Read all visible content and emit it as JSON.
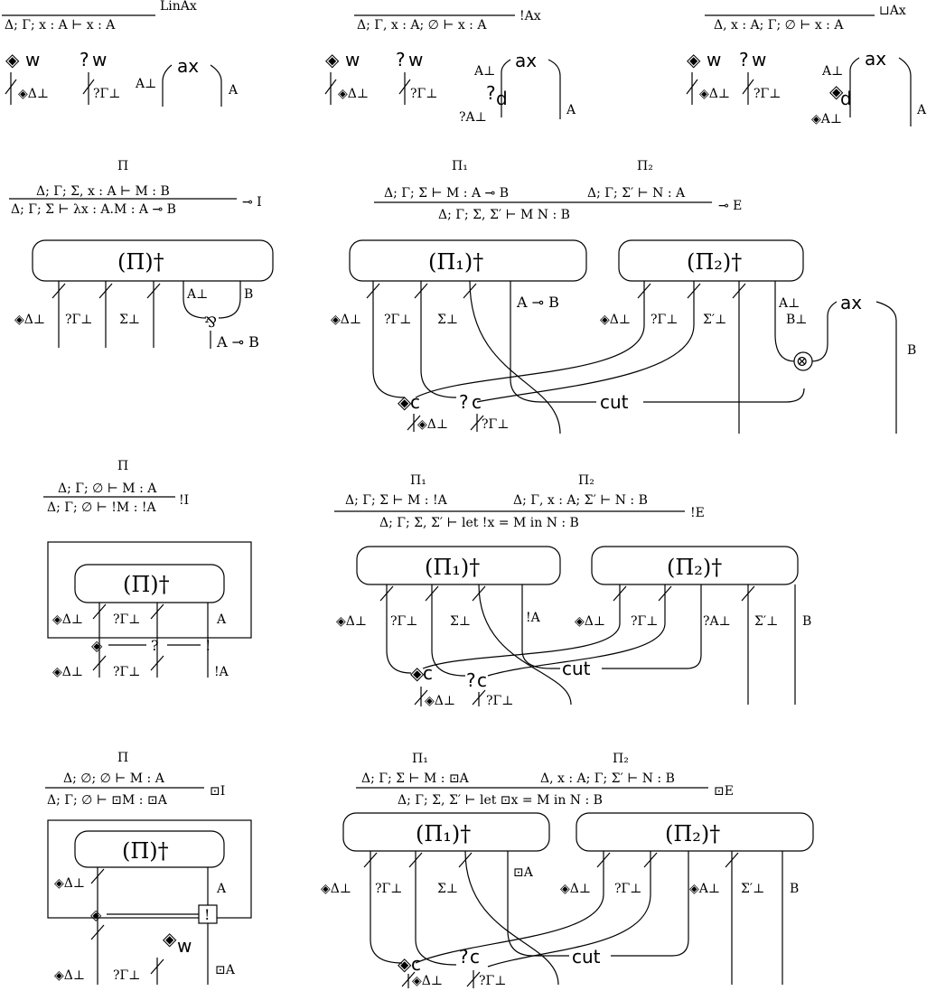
{
  "ax": {
    "linax": {
      "sequent": "Δ; Γ; x : A ⊢ x : A",
      "rule": "LinAx"
    },
    "bangax": {
      "sequent": "Δ; Γ, x : A; ∅ ⊢ x : A",
      "rule": "!Ax"
    },
    "cupax": {
      "sequent": "Δ, x : A; Γ; ∅ ⊢ x : A",
      "rule": "⊔Ax"
    }
  },
  "lolli_intro": {
    "premise_name": "Π",
    "premise": "Δ; Γ; Σ, x : A ⊢ M : B",
    "conclusion": "Δ; Γ; Σ ⊢ λx : A.M : A ⊸ B",
    "rule": "⊸ I",
    "box": "(Π)†"
  },
  "lolli_elim": {
    "premise1_name": "Π₁",
    "premise2_name": "Π₂",
    "premise1": "Δ; Γ; Σ ⊢ M : A ⊸ B",
    "premise2": "Δ; Γ; Σ′ ⊢ N : A",
    "conclusion": "Δ; Γ; Σ, Σ′ ⊢ M N : B",
    "rule": "⊸ E",
    "box1": "(Π₁)†",
    "box2": "(Π₂)†"
  },
  "bang_intro": {
    "premise_name": "Π",
    "premise": "Δ; Γ; ∅ ⊢ M : A",
    "conclusion": "Δ; Γ; ∅ ⊢ !M : !A",
    "rule": "!I",
    "box": "(Π)†"
  },
  "bang_elim": {
    "premise1_name": "Π₁",
    "premise2_name": "Π₂",
    "premise1": "Δ; Γ; Σ ⊢ M : !A",
    "premise2": "Δ; Γ, x : A; Σ′ ⊢ N : B",
    "conclusion": "Δ; Γ; Σ, Σ′ ⊢ let !x = M in N : B",
    "rule": "!E",
    "box1": "(Π₁)†",
    "box2": "(Π₂)†"
  },
  "box_intro": {
    "premise_name": "Π",
    "premise": "Δ; ∅; ∅ ⊢ M : A",
    "conclusion": "Δ; Γ; ∅ ⊢ ⊡M : ⊡A",
    "rule": "⊡I",
    "box": "(Π)†"
  },
  "box_elim": {
    "premise1_name": "Π₁",
    "premise2_name": "Π₂",
    "premise1": "Δ; Γ; Σ ⊢ M : ⊡A",
    "premise2": "Δ, x : A; Γ; Σ′ ⊢ N : B",
    "conclusion": "Δ; Γ; Σ, Σ′ ⊢ let ⊡x = M in N : B",
    "rule": "⊡E",
    "box1": "(Π₁)†",
    "box2": "(Π₂)†"
  },
  "labels": {
    "ax": "ax",
    "cut": "cut",
    "c": "c",
    "d": "d",
    "w": "w",
    "q": "?",
    "bang": "!",
    "diamond": "◈",
    "tensor": "⊗",
    "par": "⅋",
    "dperp": "◈Δ⊥",
    "gperp": "?Γ⊥",
    "sperp": "Σ⊥",
    "sperp2": "Σ′⊥",
    "aperp": "A⊥",
    "bperp": "B⊥",
    "a": "A",
    "b": "B",
    "qaperp": "?A⊥",
    "daperp": "◈A⊥",
    "lolli": "A ⊸ B",
    "banga": "!A",
    "boxa": "⊡A"
  }
}
